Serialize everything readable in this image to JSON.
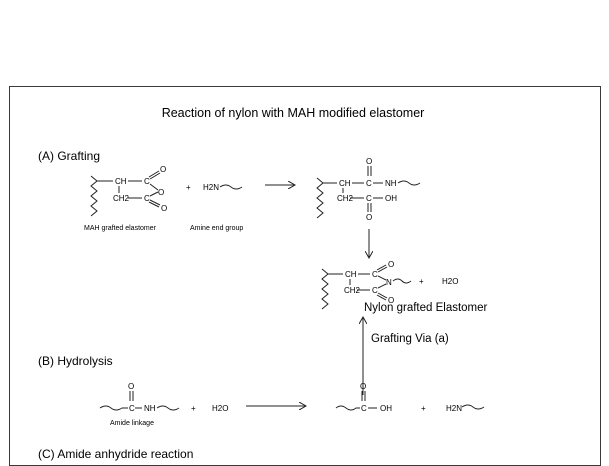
{
  "title": "Reaction of nylon with MAH modified elastomer",
  "sections": {
    "grafting": "(A) Grafting",
    "hydrolysis": "(B) Hydrolysis",
    "amide_anhydride": "(C) Amide anhydride reaction"
  },
  "labels": {
    "mah_grafted_elastomer": "MAH grafted elastomer",
    "amine_end_group": "Amine end group",
    "nylon_grafted_elastomer": "Nylon grafted Elastomer",
    "grafting_via": "Grafting Via (a)",
    "amide_linkage": "Amide linkage"
  },
  "chem": {
    "plus": "+",
    "ch": "CH",
    "ch2": "CH2",
    "c": "C",
    "o": "O",
    "nh": "NH",
    "oh": "OH",
    "n": "N",
    "h2n": "H2N",
    "h2o": "H2O"
  }
}
